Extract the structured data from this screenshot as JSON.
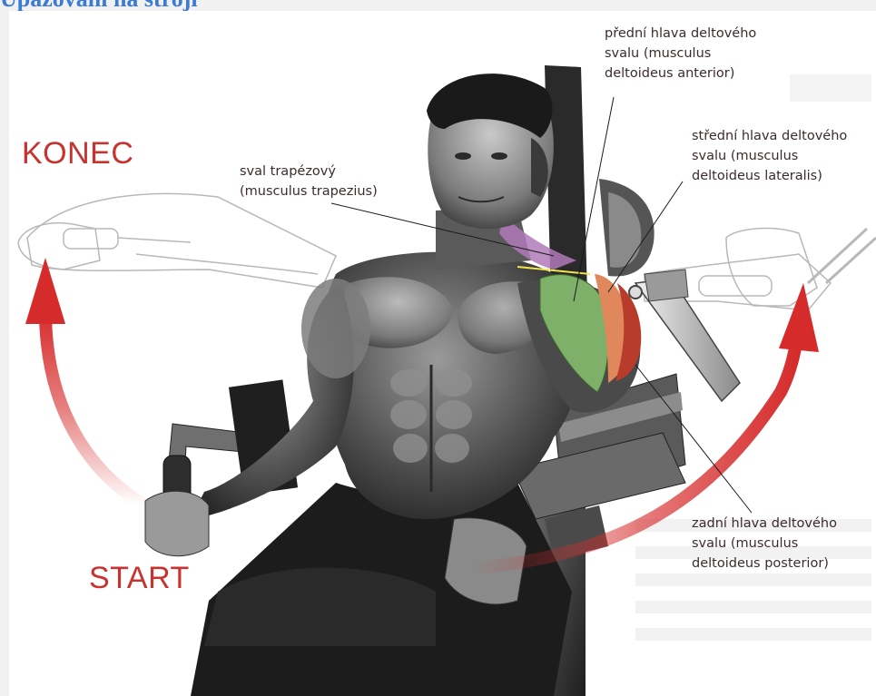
{
  "page": {
    "title": "Upažování na stroji"
  },
  "labels": {
    "end": "KONEC",
    "start": "START"
  },
  "annotations": {
    "trapezius": {
      "line1": "sval trapézový",
      "line2": "(musculus trapezius)"
    },
    "anterior": {
      "line1": "přední hlava deltového",
      "line2": "svalu (musculus",
      "line3": "deltoideus anterior)"
    },
    "lateral": {
      "line1": "střední hlava deltového",
      "line2": "svalu (musculus",
      "line3": "deltoideus lateralis)"
    },
    "posterior": {
      "line1": "zadní hlava deltového",
      "line2": "svalu (musculus",
      "line3": "deltoideus posterior)"
    }
  },
  "colors": {
    "title": "#3a7bd5",
    "arrow_red": "#d62b2b",
    "label_red": "#c8322f",
    "deltoid_anterior": "#7fb069",
    "deltoid_lateral": "#e0875c",
    "deltoid_posterior": "#b93b2c",
    "trapezius": "#b07ab8"
  }
}
